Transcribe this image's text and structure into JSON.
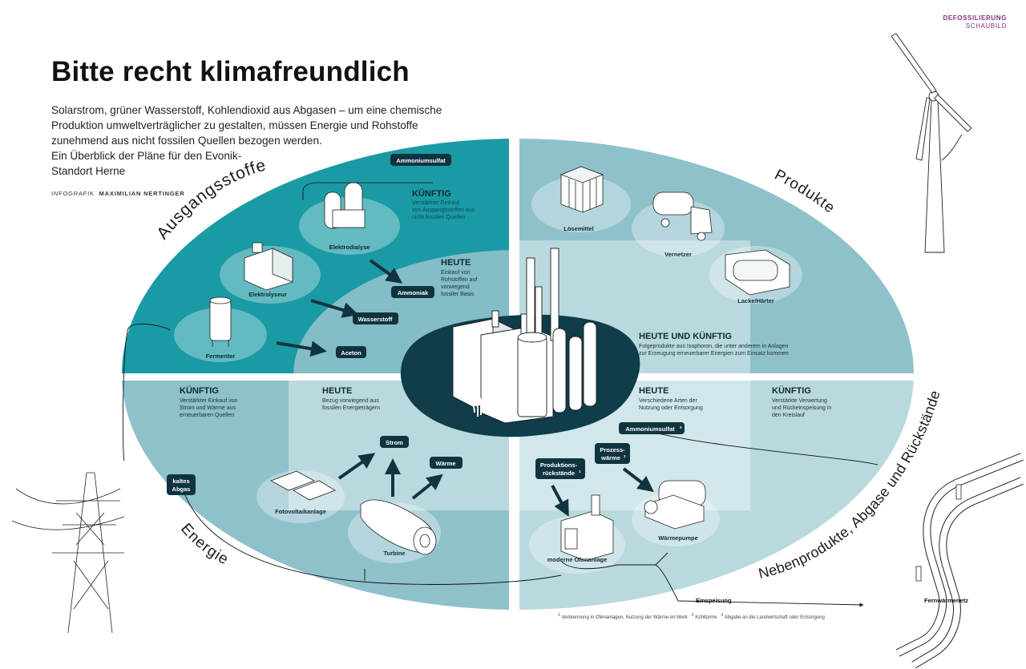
{
  "header": {
    "section": "DEFOSSILIERUNG",
    "subsection": "SCHAUBILD"
  },
  "title": "Bitte recht klimafreundlich",
  "intro": [
    "Solarstrom, grüner Wasserstoff, Kohlendioxid aus Abgasen – um eine chemische",
    "Produktion umweltverträglicher zu gestalten, müssen Energie und Rohstoffe",
    "zunehmend aus nicht fossilen Quellen bezogen werden.",
    "Ein Überblick der Pläne für den Evonik-",
    "Standort Herne"
  ],
  "credit": {
    "prefix": "INFOGRAFIK",
    "author": "MAXIMILIAN NERTINGER"
  },
  "colors": {
    "dark": "#1a9aa4",
    "mid": "#8fc1cb",
    "light": "#b9d9df",
    "pale": "#d2e7eb",
    "plant": "#0f3d4a",
    "tag": "#0f3440"
  },
  "quadrants": {
    "ausgangsstoffe": {
      "label": "Ausgangsstoffe",
      "future_head": "KÜNFTIG",
      "future_text": [
        "Verstärkter Einkauf",
        "von Ausgangsstoffen aus",
        "nicht fossilen Quellen"
      ],
      "today_head": "HEUTE",
      "today_text": [
        "Einkauf von",
        "Rohstoffen auf",
        "vorwiegend",
        "fossiler Basis"
      ],
      "items": [
        "Elektrodialyse",
        "Elektrolyseur",
        "Fermenter"
      ],
      "tags": [
        "Ammoniumsulfat",
        "Ammoniak",
        "Wasserstoff",
        "Aceton"
      ]
    },
    "produkte": {
      "label": "Produkte",
      "items": [
        "Lösemittel",
        "Vernetzer",
        "Lacke/Härter"
      ],
      "head": "HEUTE UND KÜNFTIG",
      "text": [
        "Folgeprodukte aus Isophoron, die unter anderem in Anlagen",
        "zur Erzeugung erneuerbarer Energien zum Einsatz kommen"
      ]
    },
    "energie": {
      "label": "Energie",
      "future_head": "KÜNFTIG",
      "future_text": [
        "Verstärkter Einkauf von",
        "Strom und Wärme aus",
        "erneuerbaren Quellen"
      ],
      "today_head": "HEUTE",
      "today_text": [
        "Bezug vorwiegend aus",
        "fossilen Energieträgern"
      ],
      "items": [
        "Fotovoltaikanlage",
        "Turbine"
      ],
      "tags": [
        "Strom",
        "Wärme"
      ],
      "kaltes_abgas": [
        "kaltes",
        "Abgas"
      ]
    },
    "nebenprodukte": {
      "label": "Nebenprodukte, Abgase und Rückstände",
      "today_head": "HEUTE",
      "today_text": [
        "Verschiedene Arten der",
        "Nutzung oder Entsorgung"
      ],
      "future_head": "KÜNFTIG",
      "future_text": [
        "Verstärkte Verwertung",
        "und Rückeinspeisung in",
        "den Kreislauf"
      ],
      "tag_ammonium": "Ammoniumsulfat",
      "tag_ammonium_sup": "3",
      "tag_prod": [
        "Produktions-",
        "rückstände"
      ],
      "tag_prod_sup": "1",
      "tag_proz": [
        "Prozess-",
        "wärme"
      ],
      "tag_proz_sup": "2",
      "items": [
        "moderne Ofenanlage",
        "Wärmepumpe"
      ],
      "einspeisung": "Einspeisung",
      "fernwaerme": "Fernwärmenetz"
    }
  },
  "footnotes": [
    {
      "n": "1",
      "text": "Verbrennung in Ofenanlagen, Nutzung der Wärme im Werk"
    },
    {
      "n": "2",
      "text": "Kühltürme"
    },
    {
      "n": "3",
      "text": "Abgabe an die Landwirtschaft oder Entsorgung"
    }
  ]
}
